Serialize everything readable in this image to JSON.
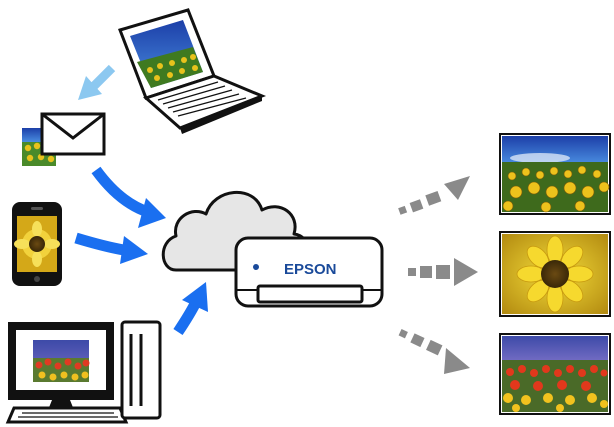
{
  "printer": {
    "brand_label": "EPSON"
  },
  "colors": {
    "source_arrow": "#1a6ff0",
    "email_arrow": "#8cc8f0",
    "output_arrow": "#8a8a8a",
    "cloud_fill": "#e6e6e6",
    "outline": "#111111"
  },
  "icons": {
    "laptop": "laptop-icon",
    "email": "envelope-icon",
    "smartphone": "smartphone-icon",
    "desktop": "desktop-computer-icon",
    "cloud": "cloud-icon",
    "printer": "printer-icon",
    "prints": [
      "sunflower-field-print",
      "sunflower-closeup-print",
      "flower-field-print"
    ]
  }
}
